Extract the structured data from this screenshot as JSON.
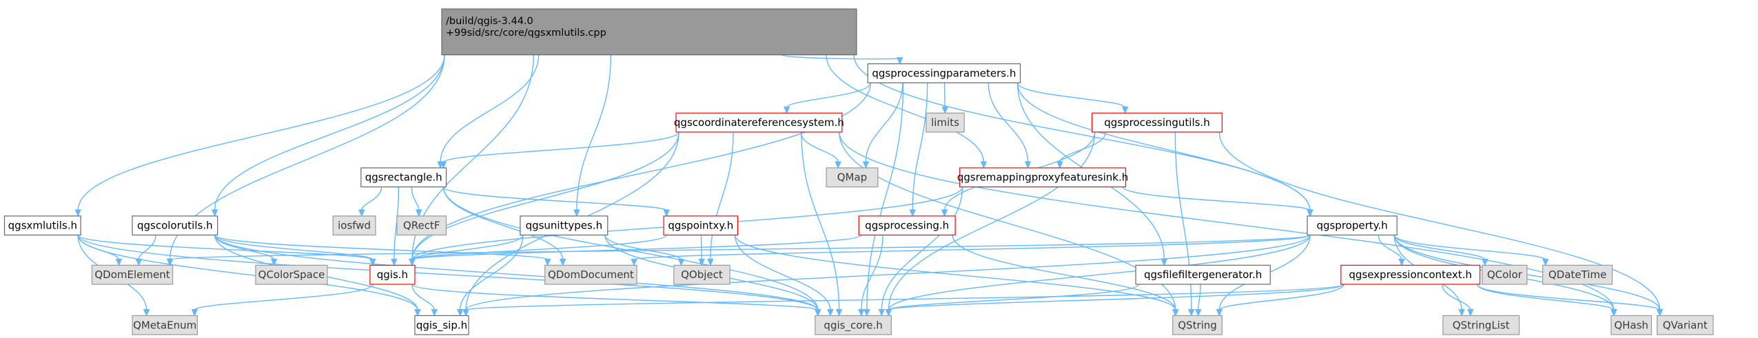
{
  "colors": {
    "edge": "#63b8ff",
    "root_fill": "#999999",
    "root_border": "#666666",
    "header_border": "#666666",
    "header_fill": "#ffffff",
    "red_border": "#ff0000",
    "gray_fill": "#e0e0e0",
    "gray_border": "#999999"
  },
  "nodes": [
    {
      "id": "root",
      "lines": [
        "/build/qgis-3.44.0",
        "+99sid/src/core/qgsxmlutils.cpp"
      ],
      "style": "root"
    },
    {
      "id": "qgsprocessingparameters",
      "lines": [
        "qgsprocessingparameters.h"
      ],
      "style": "header"
    },
    {
      "id": "qgscoordinatereferencesystem",
      "lines": [
        "qgscoordinatereferencesystem.h"
      ],
      "style": "red"
    },
    {
      "id": "limits",
      "lines": [
        "limits"
      ],
      "style": "gray"
    },
    {
      "id": "qgsprocessingutils",
      "lines": [
        "qgsprocessingutils.h"
      ],
      "style": "red"
    },
    {
      "id": "qgsrectangle",
      "lines": [
        "qgsrectangle.h"
      ],
      "style": "header"
    },
    {
      "id": "qmap",
      "lines": [
        "QMap"
      ],
      "style": "gray"
    },
    {
      "id": "qgsremappingproxyfeaturesink",
      "lines": [
        "qgsremappingproxyfeaturesink.h"
      ],
      "style": "red"
    },
    {
      "id": "iosfwd",
      "lines": [
        "iosfwd"
      ],
      "style": "gray"
    },
    {
      "id": "qrectf",
      "lines": [
        "QRectF"
      ],
      "style": "gray"
    },
    {
      "id": "qgsxmlutils",
      "lines": [
        "qgsxmlutils.h"
      ],
      "style": "header"
    },
    {
      "id": "qgscolorutils",
      "lines": [
        "qgscolorutils.h"
      ],
      "style": "header"
    },
    {
      "id": "qgsunittypes",
      "lines": [
        "qgsunittypes.h"
      ],
      "style": "header"
    },
    {
      "id": "qgspointxy",
      "lines": [
        "qgspointxy.h"
      ],
      "style": "red"
    },
    {
      "id": "qgsprocessing",
      "lines": [
        "qgsprocessing.h"
      ],
      "style": "red"
    },
    {
      "id": "qgsproperty",
      "lines": [
        "qgsproperty.h"
      ],
      "style": "header"
    },
    {
      "id": "qdomelement",
      "lines": [
        "QDomElement"
      ],
      "style": "gray"
    },
    {
      "id": "qcolorspace",
      "lines": [
        "QColorSpace"
      ],
      "style": "gray"
    },
    {
      "id": "qgis",
      "lines": [
        "qgis.h"
      ],
      "style": "red"
    },
    {
      "id": "qdomdocument",
      "lines": [
        "QDomDocument"
      ],
      "style": "gray"
    },
    {
      "id": "qobject",
      "lines": [
        "QObject"
      ],
      "style": "gray"
    },
    {
      "id": "qgsfilefiltergenerator",
      "lines": [
        "qgsfilefiltergenerator.h"
      ],
      "style": "header"
    },
    {
      "id": "qgsexpressioncontext",
      "lines": [
        "qgsexpressioncontext.h"
      ],
      "style": "red"
    },
    {
      "id": "qcolor",
      "lines": [
        "QColor"
      ],
      "style": "gray"
    },
    {
      "id": "qdatetime",
      "lines": [
        "QDateTime"
      ],
      "style": "gray"
    },
    {
      "id": "qmetaenum",
      "lines": [
        "QMetaEnum"
      ],
      "style": "gray"
    },
    {
      "id": "qgis_sip",
      "lines": [
        "qgis_sip.h"
      ],
      "style": "header"
    },
    {
      "id": "qgis_core",
      "lines": [
        "qgis_core.h"
      ],
      "style": "gray"
    },
    {
      "id": "qstring",
      "lines": [
        "QString"
      ],
      "style": "gray"
    },
    {
      "id": "qstringlist",
      "lines": [
        "QStringList"
      ],
      "style": "gray"
    },
    {
      "id": "qhash",
      "lines": [
        "QHash"
      ],
      "style": "gray"
    },
    {
      "id": "qvariant",
      "lines": [
        "QVariant"
      ],
      "style": "gray"
    }
  ],
  "edges": [
    [
      "root",
      "qgsxmlutils"
    ],
    [
      "root",
      "qdomelement"
    ],
    [
      "root",
      "qgscolorutils"
    ],
    [
      "root",
      "qgsrectangle"
    ],
    [
      "root",
      "qgsunittypes"
    ],
    [
      "root",
      "qgis"
    ],
    [
      "root",
      "qgsprocessingparameters"
    ],
    [
      "root",
      "qgsremappingproxyfeaturesink"
    ],
    [
      "root",
      "qgsproperty"
    ],
    [
      "qgsprocessingparameters",
      "qgscoordinatereferencesystem"
    ],
    [
      "qgsprocessingparameters",
      "limits"
    ],
    [
      "qgsprocessingparameters",
      "qgsprocessingutils"
    ],
    [
      "qgsprocessingparameters",
      "qmap"
    ],
    [
      "qgsprocessingparameters",
      "qgsremappingproxyfeaturesink"
    ],
    [
      "qgsprocessingparameters",
      "qgsprocessing"
    ],
    [
      "qgsprocessingparameters",
      "qgsproperty"
    ],
    [
      "qgsprocessingparameters",
      "qgsfilefiltergenerator"
    ],
    [
      "qgsprocessingparameters",
      "qgis"
    ],
    [
      "qgsprocessingparameters",
      "qgis_core"
    ],
    [
      "qgscoordinatereferencesystem",
      "qgsrectangle"
    ],
    [
      "qgscoordinatereferencesystem",
      "qmap"
    ],
    [
      "qgscoordinatereferencesystem",
      "qobject"
    ],
    [
      "qgscoordinatereferencesystem",
      "qgis_core"
    ],
    [
      "qgscoordinatereferencesystem",
      "qgis_sip"
    ],
    [
      "qgscoordinatereferencesystem",
      "qgis"
    ],
    [
      "qgscoordinatereferencesystem",
      "qhash"
    ],
    [
      "qgscoordinatereferencesystem",
      "qstring"
    ],
    [
      "qgsprocessingutils",
      "qgsremappingproxyfeaturesink"
    ],
    [
      "qgsprocessingutils",
      "qgsprocessing"
    ],
    [
      "qgsprocessingutils",
      "qgis_core"
    ],
    [
      "qgsprocessingutils",
      "qstring"
    ],
    [
      "qgsprocessingutils",
      "qvariant"
    ],
    [
      "qgsremappingproxyfeaturesink",
      "qgsproperty"
    ],
    [
      "qgsremappingproxyfeaturesink",
      "qgis"
    ],
    [
      "qgsremappingproxyfeaturesink",
      "qgis_core"
    ],
    [
      "qgsrectangle",
      "iosfwd"
    ],
    [
      "qgsrectangle",
      "qrectf"
    ],
    [
      "qgsrectangle",
      "qgspointxy"
    ],
    [
      "qgsrectangle",
      "qgis"
    ],
    [
      "qgsrectangle",
      "qgis_core"
    ],
    [
      "qgsrectangle",
      "qdomdocument"
    ],
    [
      "qgsxmlutils",
      "qdomelement"
    ],
    [
      "qgsxmlutils",
      "qgis"
    ],
    [
      "qgsxmlutils",
      "qmetaenum"
    ],
    [
      "qgsxmlutils",
      "qgis_sip"
    ],
    [
      "qgsxmlutils",
      "qgis_core"
    ],
    [
      "qgscolorutils",
      "qdomelement"
    ],
    [
      "qgscolorutils",
      "qcolorspace"
    ],
    [
      "qgscolorutils",
      "qgis"
    ],
    [
      "qgscolorutils",
      "qdomdocument"
    ],
    [
      "qgscolorutils",
      "qgis_sip"
    ],
    [
      "qgscolorutils",
      "qgis_core"
    ],
    [
      "qgsunittypes",
      "qgis"
    ],
    [
      "qgsunittypes",
      "qobject"
    ],
    [
      "qgsunittypes",
      "qgis_sip"
    ],
    [
      "qgsunittypes",
      "qgis_core"
    ],
    [
      "qgspointxy",
      "qgis"
    ],
    [
      "qgspointxy",
      "qobject"
    ],
    [
      "qgspointxy",
      "qgis_core"
    ],
    [
      "qgspointxy",
      "qstring"
    ],
    [
      "qgsprocessing",
      "qgis"
    ],
    [
      "qgsprocessing",
      "qgis_core"
    ],
    [
      "qgsprocessing",
      "qstring"
    ],
    [
      "qgsproperty",
      "qgsexpressioncontext"
    ],
    [
      "qgsproperty",
      "qdomelement"
    ],
    [
      "qgsproperty",
      "qdomdocument"
    ],
    [
      "qgsproperty",
      "qcolor"
    ],
    [
      "qgsproperty",
      "qdatetime"
    ],
    [
      "qgsproperty",
      "qgis_core"
    ],
    [
      "qgsproperty",
      "qstring"
    ],
    [
      "qgsproperty",
      "qhash"
    ],
    [
      "qgsproperty",
      "qvariant"
    ],
    [
      "qgsproperty",
      "qstringlist"
    ],
    [
      "qgsproperty",
      "qgis_sip"
    ],
    [
      "qgsfilefiltergenerator",
      "qgis_core"
    ],
    [
      "qgsfilefiltergenerator",
      "qstring"
    ],
    [
      "qgsexpressioncontext",
      "qgis_core"
    ],
    [
      "qgsexpressioncontext",
      "qgis_sip"
    ],
    [
      "qgsexpressioncontext",
      "qstring"
    ],
    [
      "qgsexpressioncontext",
      "qstringlist"
    ],
    [
      "qgsexpressioncontext",
      "qhash"
    ],
    [
      "qgsexpressioncontext",
      "qvariant"
    ],
    [
      "qgis",
      "qmetaenum"
    ],
    [
      "qgis",
      "qgis_sip"
    ],
    [
      "qgis",
      "qgis_core"
    ]
  ]
}
